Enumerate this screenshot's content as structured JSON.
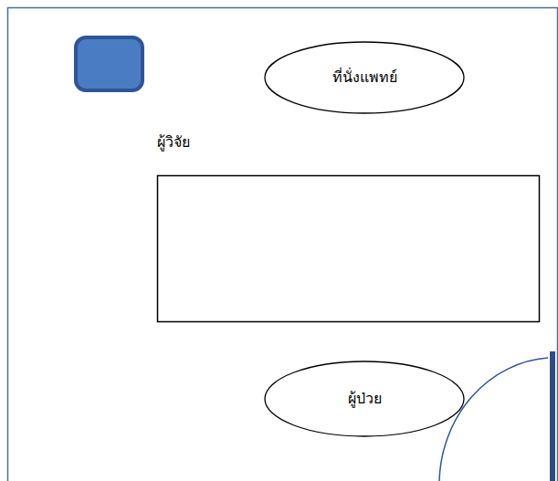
{
  "diagram": {
    "nodes": [
      {
        "text": [
          "ที่นั่งแพทย์"
        ]
      },
      {
        "text": [
          "ผู้ป่วย"
        ]
      }
    ],
    "labels": [
      "ผู้วิจัย"
    ]
  }
}
